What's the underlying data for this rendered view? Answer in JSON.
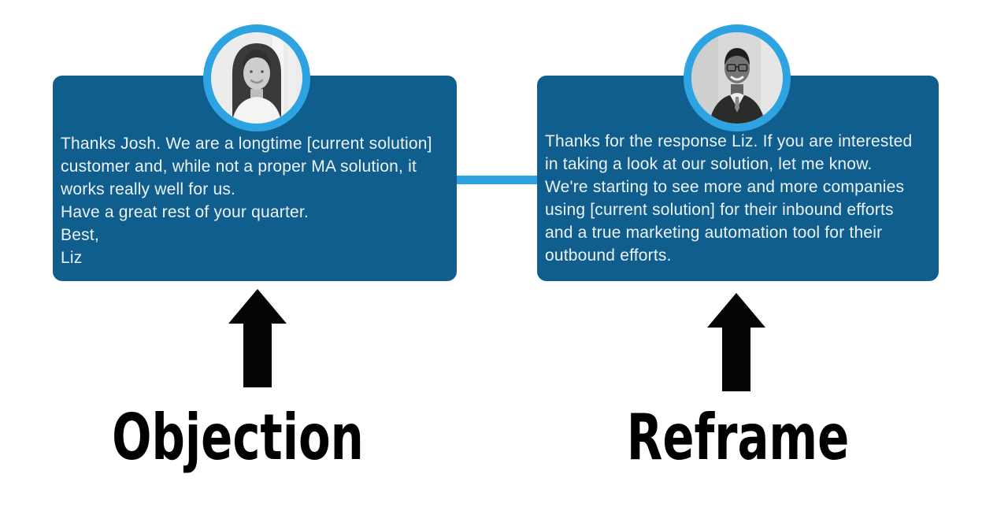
{
  "colors": {
    "card_background": "#0f5e8d",
    "accent_blue": "#2da3e2",
    "message_text": "#edf2f6",
    "heading_text": "#000000",
    "page_background": "#ffffff"
  },
  "left": {
    "avatar": "woman-portrait-photo-grayscale",
    "message": "Thanks Josh. We are a longtime [current solution]\ncustomer and, while not a proper MA solution, it\nworks really well for us.\nHave a great rest of your quarter.\nBest,\nLiz",
    "label": "Objection"
  },
  "right": {
    "avatar": "man-portrait-photo-grayscale",
    "message": "Thanks for the response Liz. If you are interested\nin taking a look at our solution, let me know.\nWe're starting to see more and more companies\nusing [current solution] for their inbound efforts\nand a true marketing automation tool for their\noutbound efforts.",
    "label": "Reframe"
  }
}
